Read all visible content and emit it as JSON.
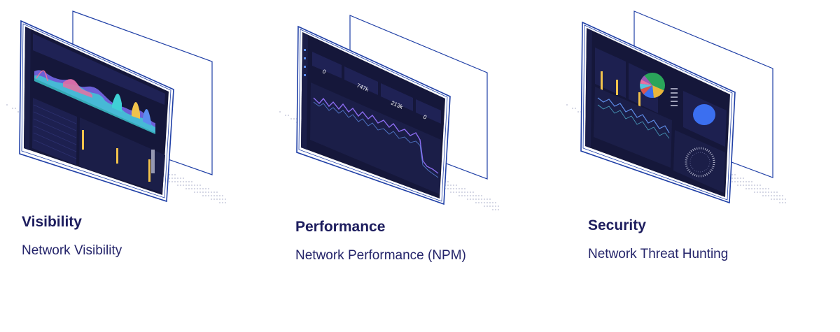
{
  "features": [
    {
      "title": "Visibility",
      "subtitle": "Network Visibility",
      "screen": {
        "kind": "area-dashboard",
        "palette": [
          "#7b6cf2",
          "#3fd0d6",
          "#f1c24b",
          "#e96fa1",
          "#5b8def"
        ]
      }
    },
    {
      "title": "Performance",
      "subtitle": "Network Performance (NPM)",
      "screen": {
        "kind": "npm-dashboard",
        "kpis": [
          {
            "value": "0"
          },
          {
            "value": "747k"
          },
          {
            "value": "213k"
          },
          {
            "value": "0"
          }
        ],
        "palette": [
          "#8b6cf0",
          "#5f8de8"
        ]
      }
    },
    {
      "title": "Security",
      "subtitle": "Network Threat Hunting",
      "screen": {
        "kind": "threat-dashboard",
        "palette": [
          "#2aa55a",
          "#e9b53b",
          "#3b6ff0",
          "#d9534f",
          "#58c2e0"
        ]
      }
    }
  ],
  "colors": {
    "frame": "#1f3fa6",
    "screen_bg": "#15173a",
    "title": "#1d1d5e",
    "subtitle": "#24246a",
    "dots": "#b9bcd2"
  }
}
